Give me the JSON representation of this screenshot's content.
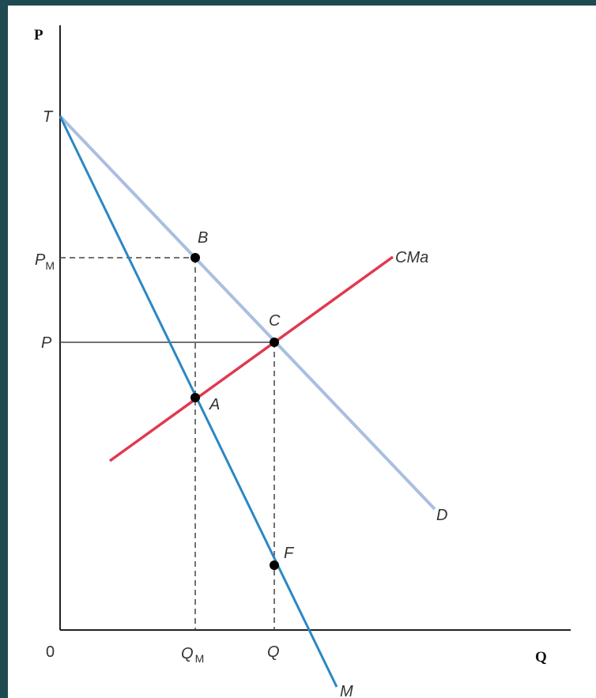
{
  "colors": {
    "background": "#1f4a52",
    "axes": "#222222",
    "demand": "#a9bfe0",
    "marginal_revenue": "#2b87c4",
    "marginal_cost": "#e0394f",
    "guides": "#444444",
    "points": "#000000"
  },
  "axes": {
    "y_title": "P",
    "x_title": "Q",
    "origin": "0"
  },
  "ticks": {
    "y": {
      "T": "T",
      "PM_main": "P",
      "PM_sub": "M",
      "P": "P"
    },
    "x": {
      "QM_main": "Q",
      "QM_sub": "M",
      "Q": "Q"
    }
  },
  "curves": {
    "demand": "D",
    "marginal_revenue": "M",
    "marginal_cost": "CMa"
  },
  "points": {
    "A": "A",
    "B": "B",
    "C": "C",
    "F": "F"
  }
}
